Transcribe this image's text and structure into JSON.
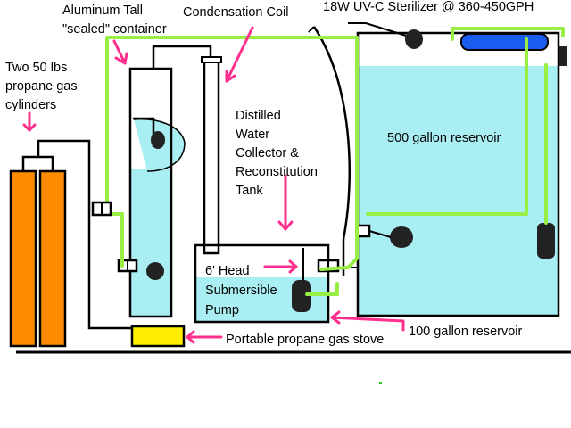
{
  "labels": {
    "aluminum_container": [
      "Aluminum Tall",
      "\"sealed\" container"
    ],
    "condensation_coil": "Condensation Coil",
    "uv_sterilizer": "18W UV-C Sterilizer @ 360-450GPH",
    "propane_cylinders": [
      "Two 50 lbs",
      "propane gas",
      "cylinders"
    ],
    "collector_tank": [
      "Distilled",
      "Water",
      "Collector &",
      "Reconstitution",
      "Tank"
    ],
    "main_reservoir": "500 gallon reservoir",
    "pump": [
      "6' Head",
      "Submersible",
      "Pump"
    ],
    "small_reservoir": "100 gallon reservoir",
    "stove": "Portable propane gas stove"
  },
  "colors": {
    "water": "#a8eef2",
    "cylinder": "#ff8c00",
    "stove": "#ffee00",
    "green_pipe": "#99ee44",
    "uv_lamp": "#1a5cf0",
    "arrow": "#ff2f8e",
    "line": "#000000",
    "dot": "#22cc22"
  }
}
